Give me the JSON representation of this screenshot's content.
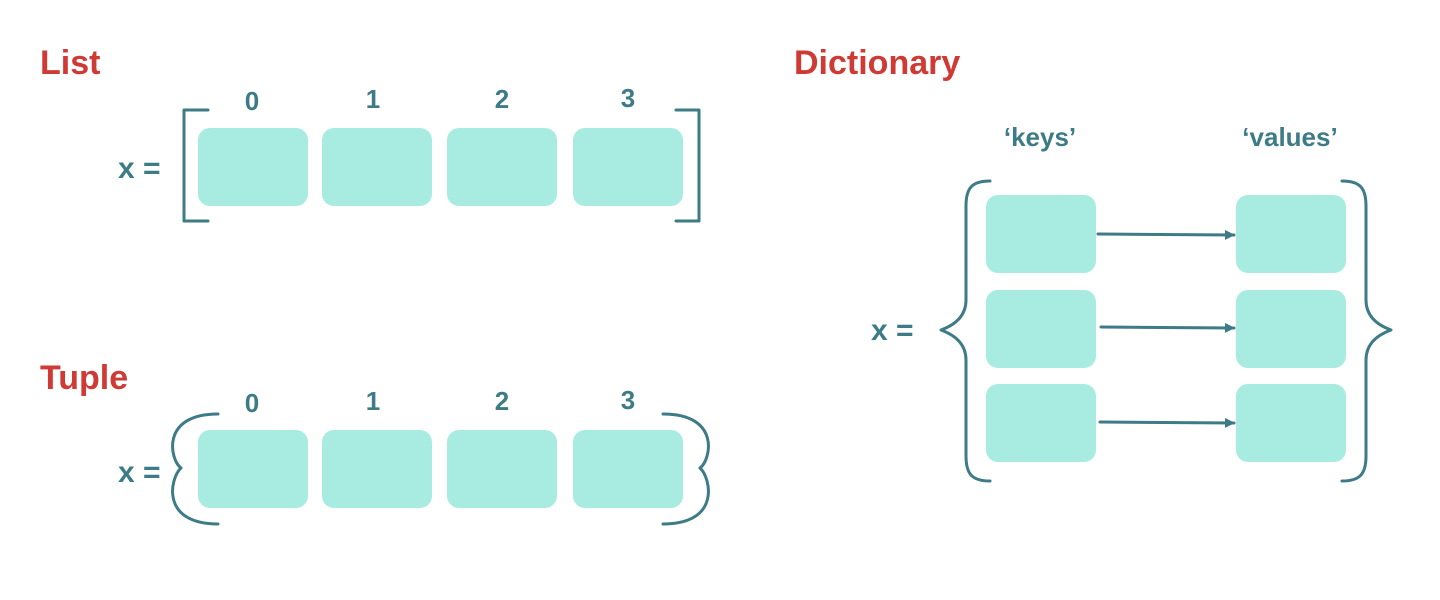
{
  "colors": {
    "title": "#d03a34",
    "text": "#3d7b86",
    "cell": "#a8ece1",
    "bracket": "#3d7b86"
  },
  "list": {
    "title": "List",
    "expr": "x =",
    "indices": [
      "0",
      "1",
      "2",
      "3"
    ]
  },
  "tuple": {
    "title": "Tuple",
    "expr": "x =",
    "indices": [
      "0",
      "1",
      "2",
      "3"
    ]
  },
  "dictionary": {
    "title": "Dictionary",
    "expr": "x =",
    "keys_label": "‘keys’",
    "values_label": "‘values’"
  }
}
